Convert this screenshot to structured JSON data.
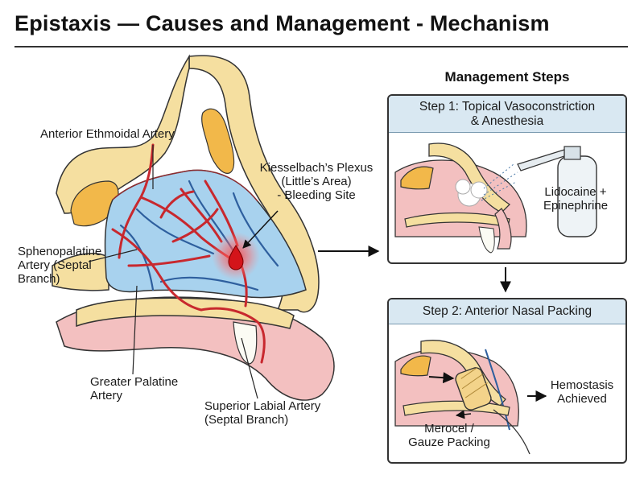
{
  "title": "Epistaxis — Causes and Management - Mechanism",
  "labels": {
    "anterior_ethmoidal": "Anterior Ethmoidal Artery",
    "kiesselbach_1": "Kiesselbach’s Plexus",
    "kiesselbach_2": "(Little’s Area)",
    "kiesselbach_3": "- Bleeding Site",
    "sphenopalatine_1": "Sphenopalatine",
    "sphenopalatine_2": "Artery (Septal",
    "sphenopalatine_3": "Branch)",
    "greater_palatine_1": "Greater Palatine",
    "greater_palatine_2": "Artery",
    "superior_labial_1": "Superior Labial Artery",
    "superior_labial_2": "(Septal Branch)"
  },
  "management": {
    "heading": "Management Steps",
    "step1": {
      "title_1": "Step 1: Topical Vasoconstriction",
      "title_2": "& Anesthesia",
      "drug_1": "Lidocaine +",
      "drug_2": "Epinephrine"
    },
    "step2": {
      "title": "Step 2: Anterior Nasal Packing",
      "packing_1": "Merocel /",
      "packing_2": "Gauze Packing",
      "result_1": "Hemostasis",
      "result_2": "Achieved"
    }
  },
  "colors": {
    "artery": "#c8282e",
    "vein": "#2e5f9e",
    "septum": "#a8d2ee",
    "bone": "#f5dfa0",
    "sinus": "#f2b84a",
    "mucosa": "#f3c0c0",
    "header_fill": "#d9e8f2"
  }
}
